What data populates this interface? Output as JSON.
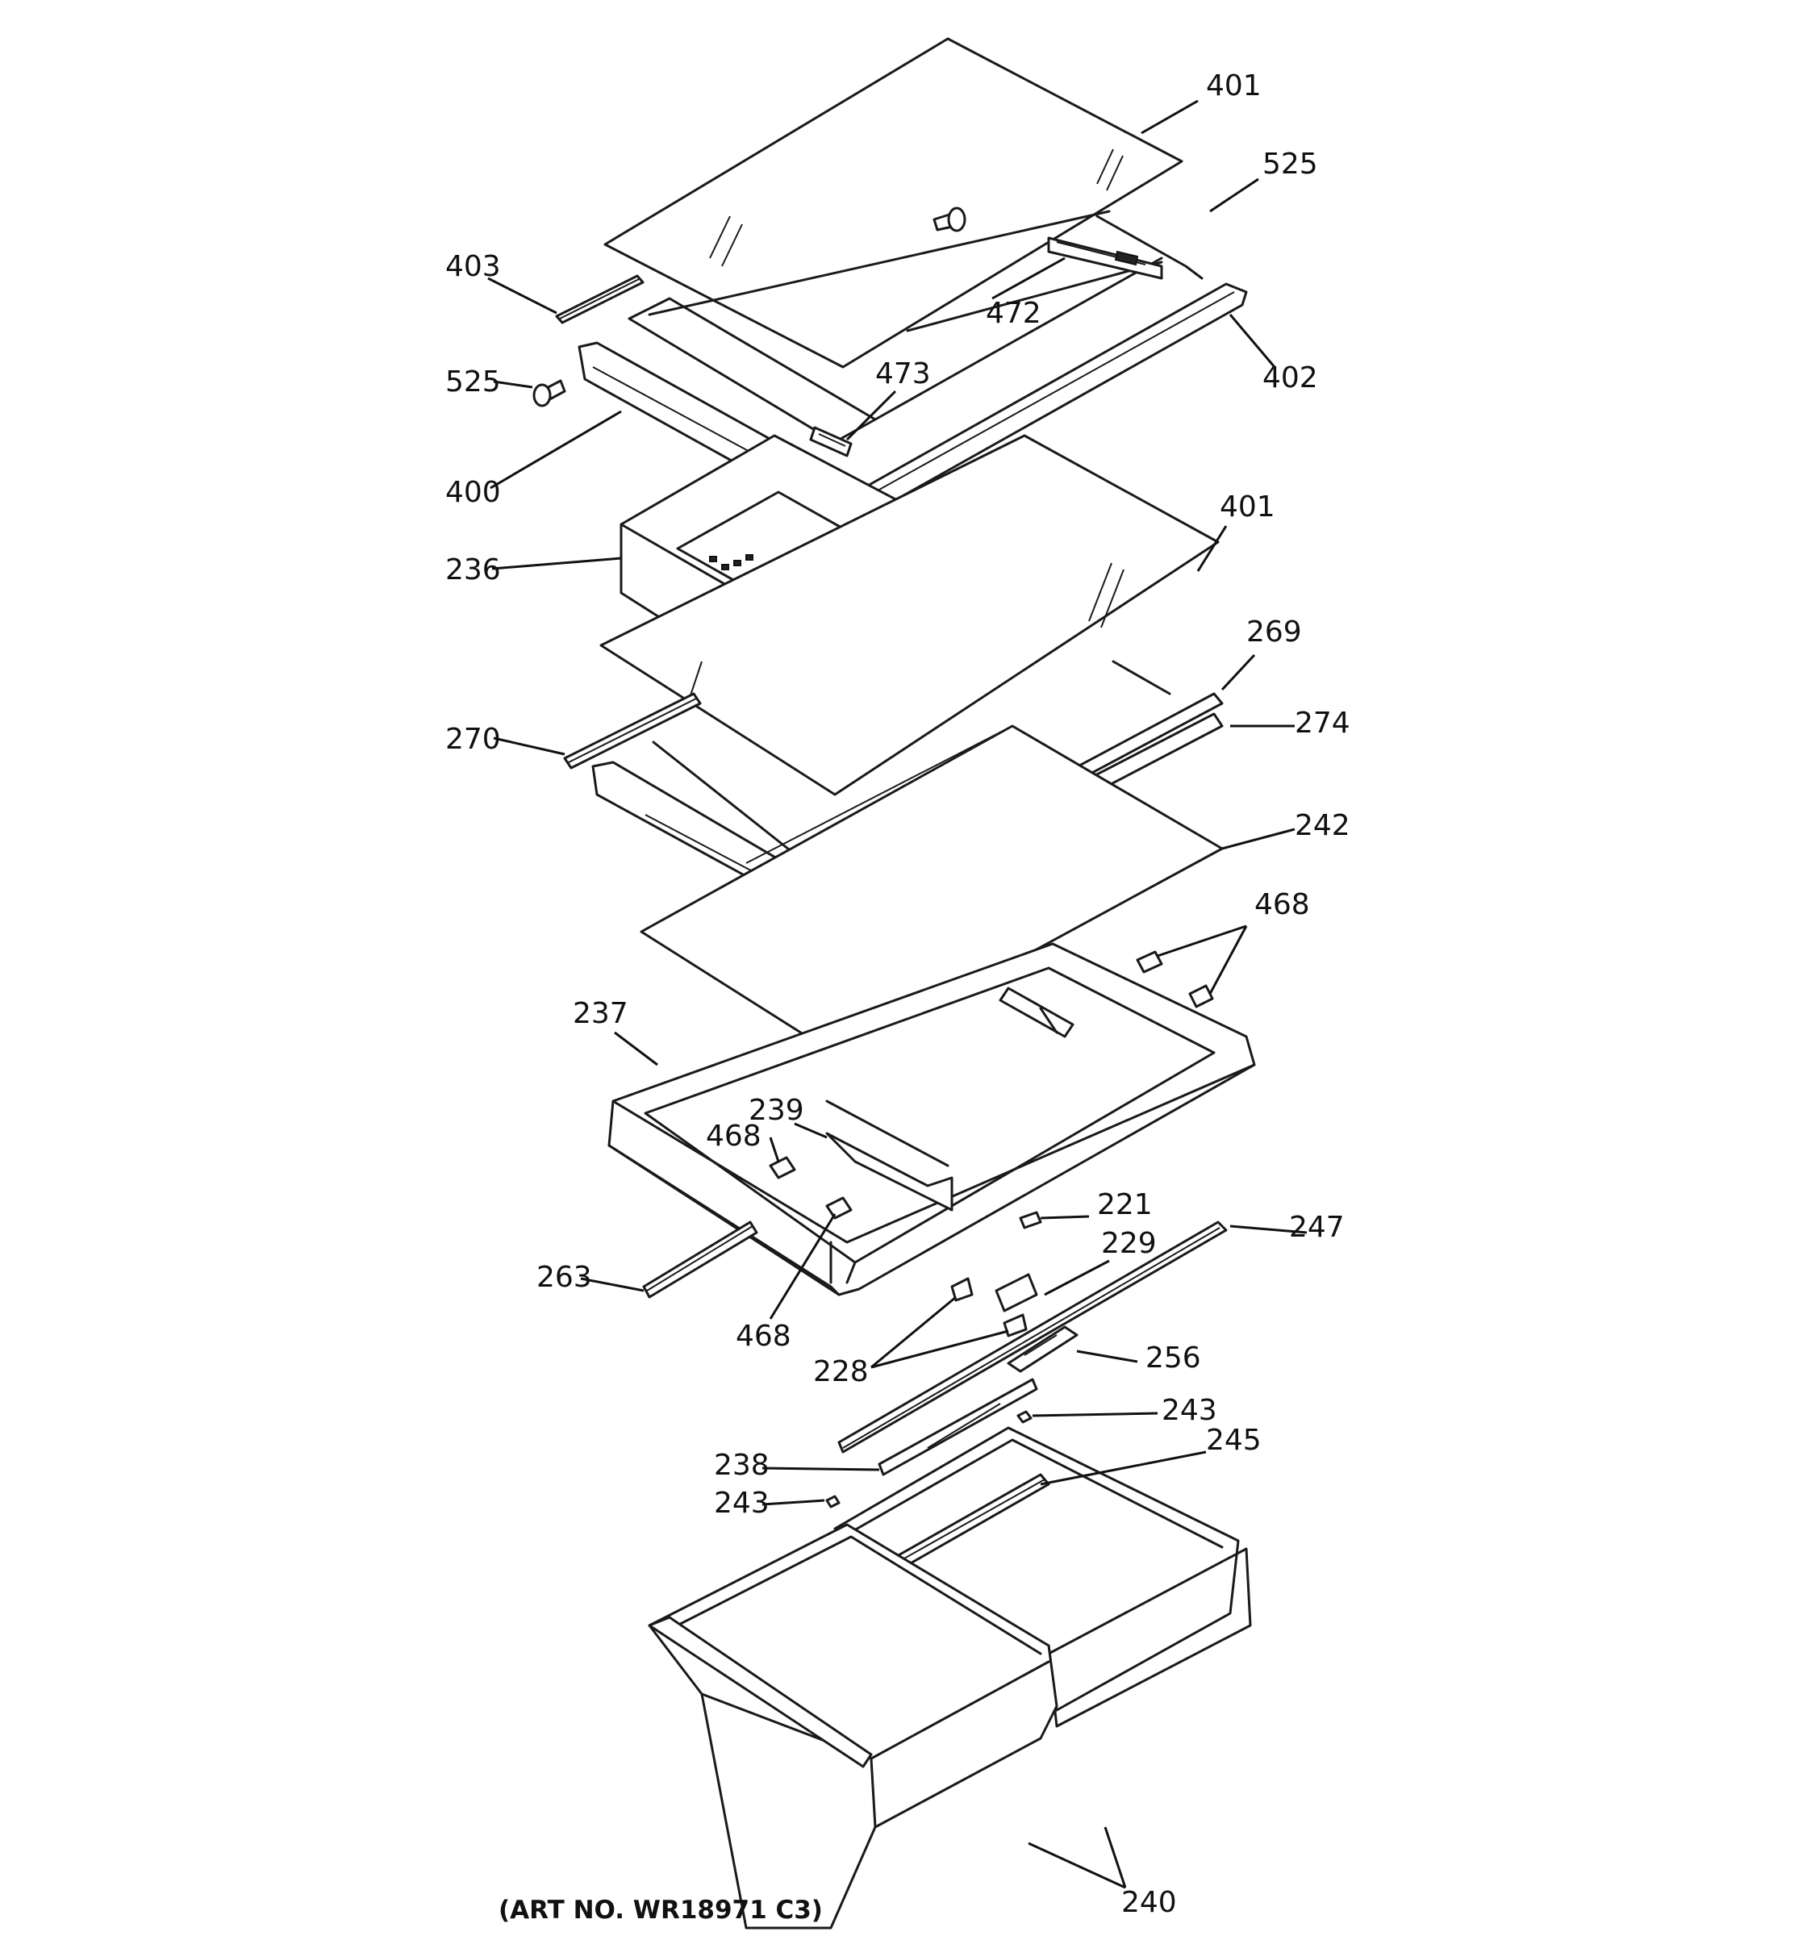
{
  "diagram": {
    "art_number": "(ART NO. WR18971 C3)",
    "callouts": [
      {
        "id": "c401a",
        "label": "401"
      },
      {
        "id": "c525a",
        "label": "525"
      },
      {
        "id": "c403",
        "label": "403"
      },
      {
        "id": "c472",
        "label": "472"
      },
      {
        "id": "c402",
        "label": "402"
      },
      {
        "id": "c525b",
        "label": "525"
      },
      {
        "id": "c473",
        "label": "473"
      },
      {
        "id": "c400",
        "label": "400"
      },
      {
        "id": "c401b",
        "label": "401"
      },
      {
        "id": "c236",
        "label": "236"
      },
      {
        "id": "c269",
        "label": "269"
      },
      {
        "id": "c270",
        "label": "270"
      },
      {
        "id": "c274",
        "label": "274"
      },
      {
        "id": "c242",
        "label": "242"
      },
      {
        "id": "c468a",
        "label": "468"
      },
      {
        "id": "c237",
        "label": "237"
      },
      {
        "id": "c239",
        "label": "239"
      },
      {
        "id": "c468b",
        "label": "468"
      },
      {
        "id": "c221",
        "label": "221"
      },
      {
        "id": "c247",
        "label": "247"
      },
      {
        "id": "c229",
        "label": "229"
      },
      {
        "id": "c263",
        "label": "263"
      },
      {
        "id": "c468c",
        "label": "468"
      },
      {
        "id": "c256",
        "label": "256"
      },
      {
        "id": "c228",
        "label": "228"
      },
      {
        "id": "c243a",
        "label": "243"
      },
      {
        "id": "c245",
        "label": "245"
      },
      {
        "id": "c238",
        "label": "238"
      },
      {
        "id": "c243b",
        "label": "243"
      },
      {
        "id": "c240",
        "label": "240"
      }
    ]
  }
}
